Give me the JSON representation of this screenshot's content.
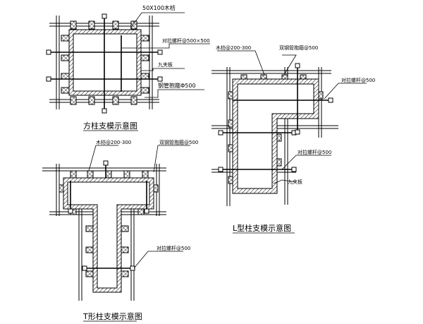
{
  "square": {
    "caption": "方柱支模示意图",
    "label_timber": "50X100木枋",
    "label_bolt": "对拉螺杆@500×500",
    "label_plywood": "九夹板",
    "label_hoop": "钢管抱箍Φ500"
  },
  "l_shape": {
    "caption": "L型柱支模示意图",
    "label_timber": "木枋@200-300",
    "label_hoop": "双钢管抱箍@500",
    "label_bolt_1": "对拉螺杆@500",
    "label_bolt_2": "对拉螺杆@500",
    "label_plywood": "九夹板"
  },
  "t_shape": {
    "caption": "T形柱支模示意图",
    "label_timber": "木枋@200-300",
    "label_hoop": "双钢管抱箍@500",
    "label_bolt": "对拉螺杆@500"
  },
  "colors": {
    "ink": "#000000",
    "paper": "#ffffff"
  }
}
